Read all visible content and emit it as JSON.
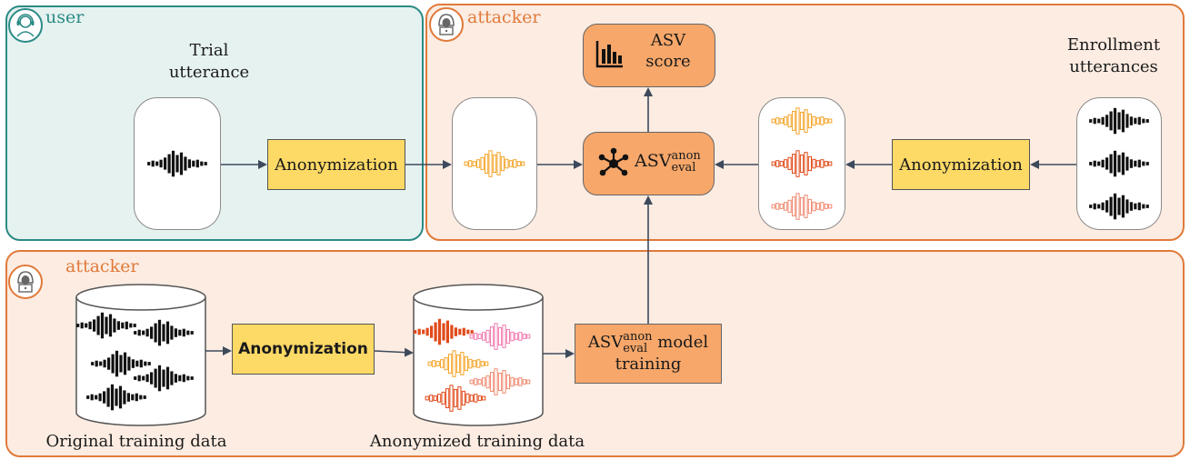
{
  "panels": {
    "user_label": "user",
    "attacker_top_label": "attacker",
    "attacker_bottom_label": "attacker"
  },
  "labels": {
    "trial_line1": "Trial",
    "trial_line2": "utterance",
    "enrollment_line1": "Enrollment",
    "enrollment_line2": "utterances",
    "original_training_data": "Original training data",
    "anonymized_training_data": "Anonymized training data"
  },
  "boxes": {
    "anon_user": "Anonymization",
    "anon_enroll": "Anonymization",
    "anon_training": "Anonymization",
    "asv_score_line1": "ASV",
    "asv_score_line2": "score",
    "asv_eval_base": "ASV",
    "asv_eval_sup": "anon",
    "asv_eval_sub": "eval",
    "training_base": "ASV",
    "training_sup": "anon",
    "training_sub": "eval",
    "training_suffix": " model",
    "training_line2": "training"
  },
  "colors": {
    "teal": "#2b8a86",
    "attacker_orange": "#e07a3a",
    "panel_fill": "#fcece2",
    "user_fill": "#e6f2f0",
    "anonymization_yellow": "#fdd966",
    "asv_node_orange": "#f7a76a",
    "wave_black": "#111111",
    "wave_yellow_orange": "#f4a52a",
    "wave_red_orange": "#e04a1a",
    "wave_salmon": "#f08a72",
    "wave_pink": "#f07ab0",
    "arrow": "#3d4a5c"
  },
  "icons": {
    "user_avatar": "headset-user-icon",
    "attacker_avatar": "hooded-hacker-icon",
    "score_icon": "bar-chart-icon",
    "network_icon": "network-node-icon",
    "waveform": "waveform-icon",
    "database": "database-cylinder-icon"
  }
}
